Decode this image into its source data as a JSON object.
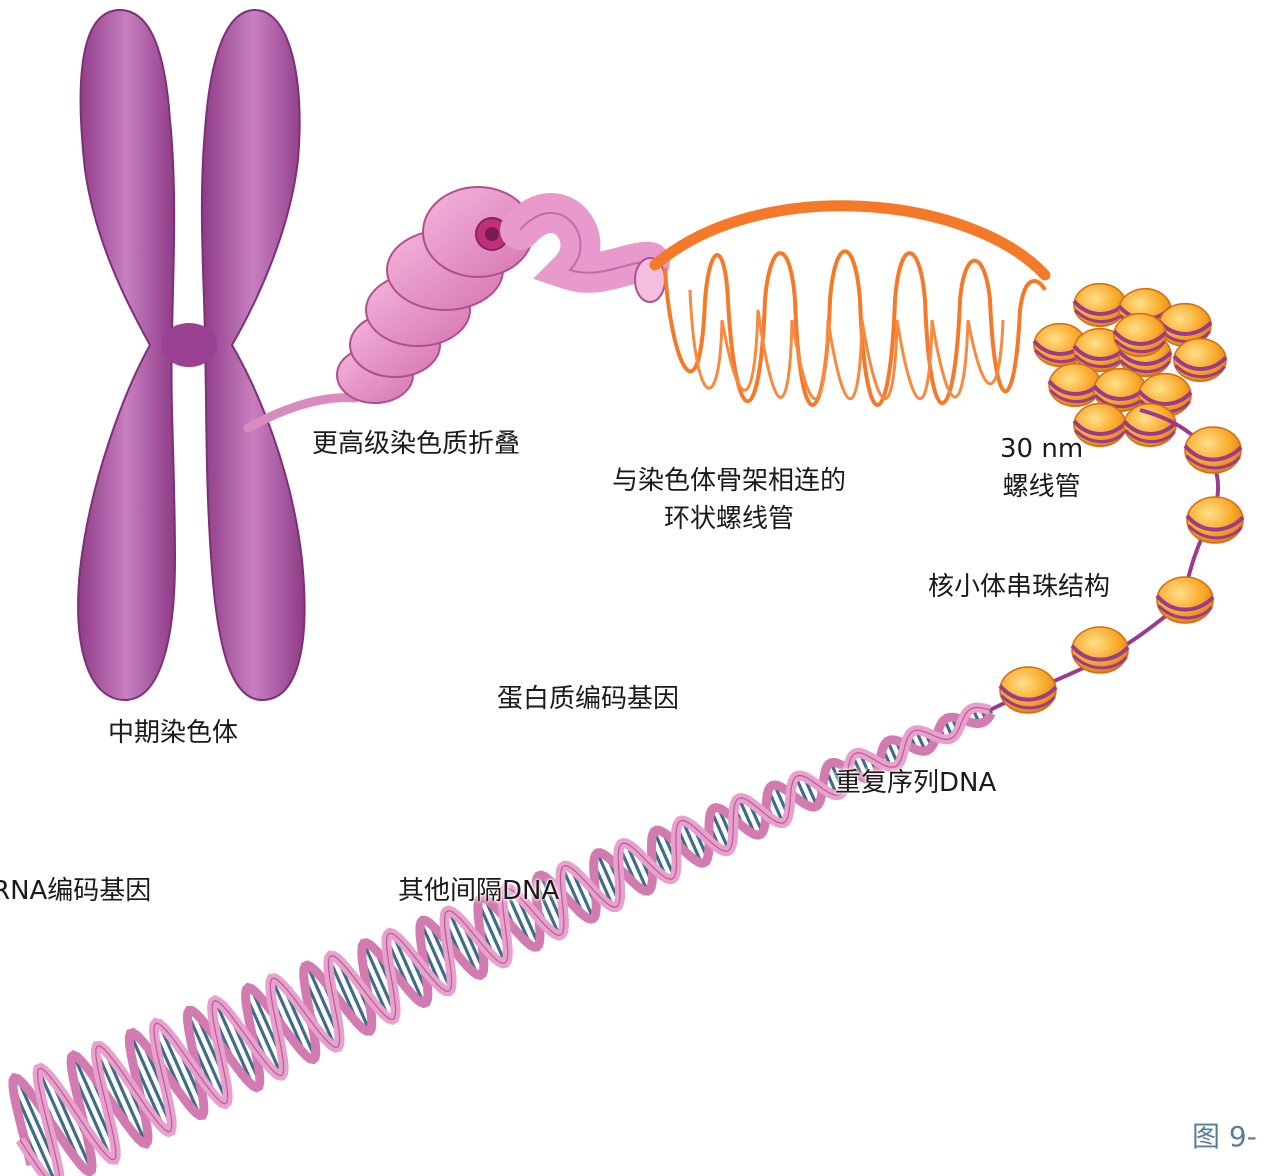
{
  "labels": {
    "metaphase_chromosome": "中期染色体",
    "higher_order_folding": "更高级染色质折叠",
    "scaffold_loops_line1": "与染色体骨架相连的",
    "scaffold_loops_line2": "环状螺线管",
    "nm30_line1": "30 nm",
    "nm30_line2": "螺线管",
    "beads_on_string": "核小体串珠结构",
    "protein_coding_gene": "蛋白质编码基因",
    "repetitive_dna": "重复序列DNA",
    "rna_coding_gene": "RNA编码基因",
    "other_spacer_dna": "其他间隔DNA",
    "figure_number": "图 9-"
  },
  "colors": {
    "chromosome": "#a4459a",
    "chromosome_highlight": "#d7a3d2",
    "folded_chromatin": "#e48fc4",
    "folded_chromatin_dark": "#b94f8f",
    "scaffold_loops": "#f47a2a",
    "nucleosome_core": "#f6a324",
    "nucleosome_light": "#ffd070",
    "nucleosome_wrap": "#9a3b8c",
    "dna_backbone": "#e58fc0",
    "dna_base_pairs": "#3f6d86",
    "figure_label": "#5a7d9a"
  }
}
